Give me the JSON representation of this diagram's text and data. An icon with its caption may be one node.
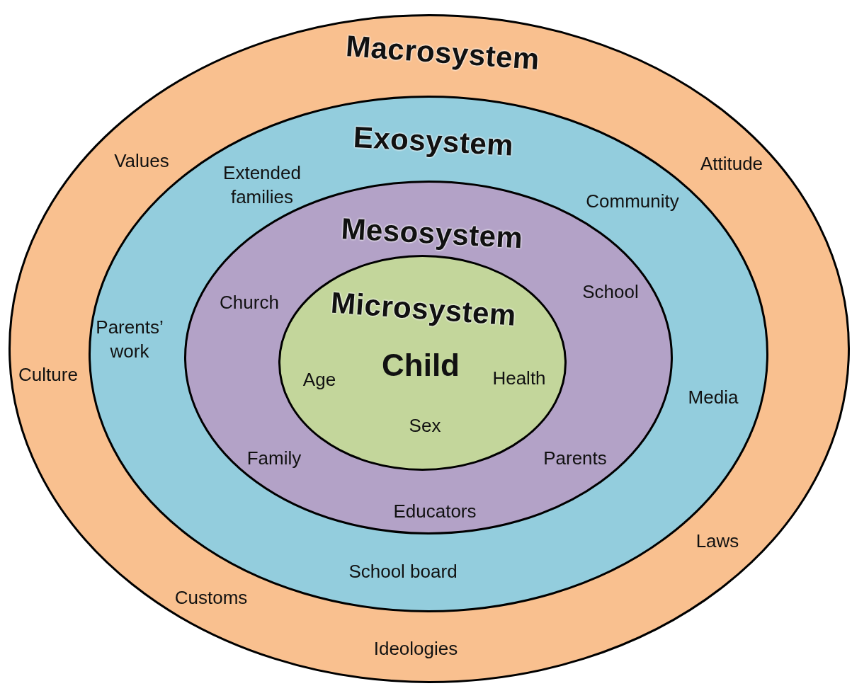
{
  "diagram": {
    "nodes": [
      {
        "text": [
          "Macrosystem",
          "Values",
          "Attitude",
          "Culture",
          "Laws",
          "Customs",
          "Ideologies"
        ]
      },
      {
        "text": [
          "Exosystem",
          "Extended families",
          "Community",
          "Parents’ work",
          "Media",
          "School board"
        ],
        "in": 0
      },
      {
        "text": [
          "Mesosystem",
          "Church",
          "School",
          "Family",
          "Parents",
          "Educators"
        ],
        "in": 1
      },
      {
        "text": [
          "Microsystem",
          "Child",
          "Age",
          "Health",
          "Sex"
        ],
        "in": 2
      }
    ]
  }
}
